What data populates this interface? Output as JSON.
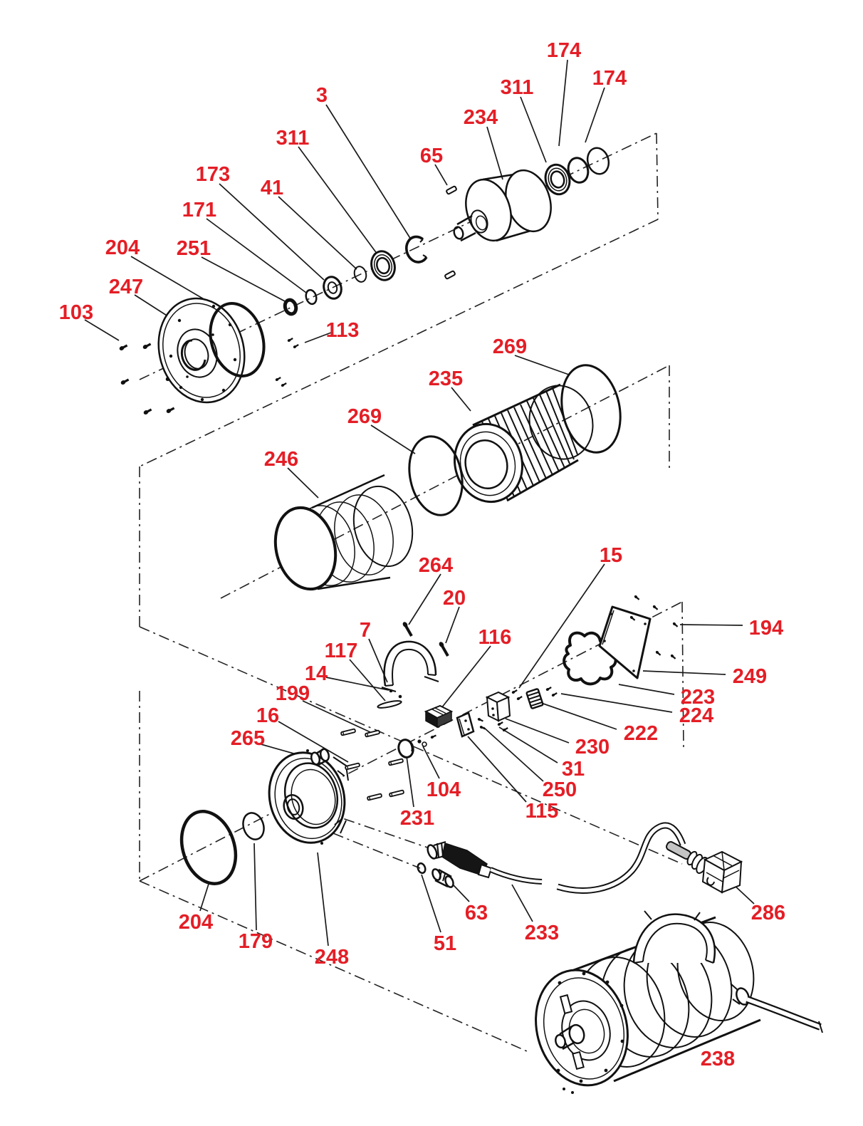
{
  "figure_type": "exploded-parts-diagram",
  "colors": {
    "label": "#e41e26",
    "line": "#111111",
    "background": "#ffffff"
  },
  "labels": [
    {
      "t": "174"
    },
    {
      "t": "174"
    },
    {
      "t": "311"
    },
    {
      "t": "3"
    },
    {
      "t": "234"
    },
    {
      "t": "65"
    },
    {
      "t": "311"
    },
    {
      "t": "173"
    },
    {
      "t": "41"
    },
    {
      "t": "171"
    },
    {
      "t": "204"
    },
    {
      "t": "251"
    },
    {
      "t": "247"
    },
    {
      "t": "103"
    },
    {
      "t": "113"
    },
    {
      "t": "269"
    },
    {
      "t": "235"
    },
    {
      "t": "269"
    },
    {
      "t": "246"
    },
    {
      "t": "264"
    },
    {
      "t": "15"
    },
    {
      "t": "20"
    },
    {
      "t": "7"
    },
    {
      "t": "117"
    },
    {
      "t": "116"
    },
    {
      "t": "194"
    },
    {
      "t": "14"
    },
    {
      "t": "199"
    },
    {
      "t": "249"
    },
    {
      "t": "16"
    },
    {
      "t": "223"
    },
    {
      "t": "265"
    },
    {
      "t": "224"
    },
    {
      "t": "222"
    },
    {
      "t": "230"
    },
    {
      "t": "31"
    },
    {
      "t": "250"
    },
    {
      "t": "104"
    },
    {
      "t": "115"
    },
    {
      "t": "231"
    },
    {
      "t": "204"
    },
    {
      "t": "179"
    },
    {
      "t": "248"
    },
    {
      "t": "51"
    },
    {
      "t": "63"
    },
    {
      "t": "233"
    },
    {
      "t": "286"
    },
    {
      "t": "238"
    }
  ]
}
